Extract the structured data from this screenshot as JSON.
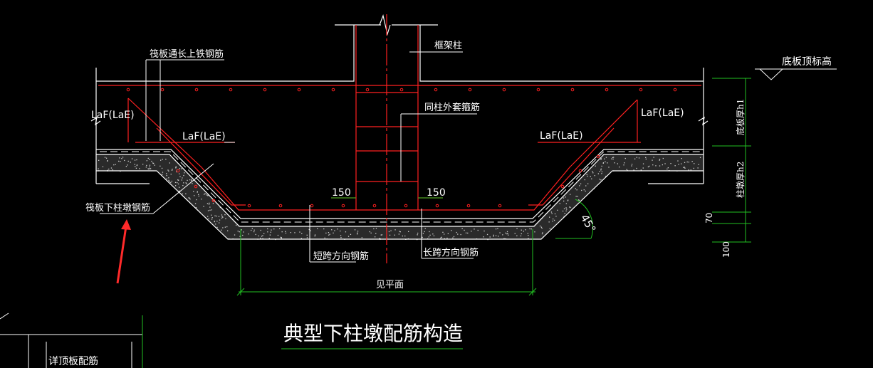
{
  "colors": {
    "background": "#000000",
    "outline": "#ffffff",
    "rebar": "#ff2020",
    "dimension": "#22c022",
    "centerline": "#ff2020",
    "arrow": "#ff2a2a",
    "concrete_dots": "#d0d0d0"
  },
  "labels": {
    "frame_column": "框架柱",
    "raft_top_rebar": "筏板通长上铁钢筋",
    "slab_top_elevation": "底板顶标高",
    "column_outer_stirrup": "同柱外套箍筋",
    "laf_left_top": "LaF(LaE)",
    "laf_left_mid": "LaF(LaE)",
    "laf_right_top": "LaF(LaE)",
    "laf_right_mid": "LaF(LaE)",
    "dim_150_left": "150",
    "dim_150_right": "150",
    "raft_pier_rebar": "筏板下柱墩钢筋",
    "short_span_rebar": "短跨方向钢筋",
    "long_span_rebar": "长跨方向钢筋",
    "see_plan": "见平面",
    "slab_thickness": "底板厚h1",
    "pier_height": "柱墩厚h2",
    "dim_70": "70",
    "dim_100": "100",
    "angle_45": "45°",
    "main_title": "典型下柱墩配筋构造",
    "detail_slab_rebar": "详顶板配筋"
  }
}
